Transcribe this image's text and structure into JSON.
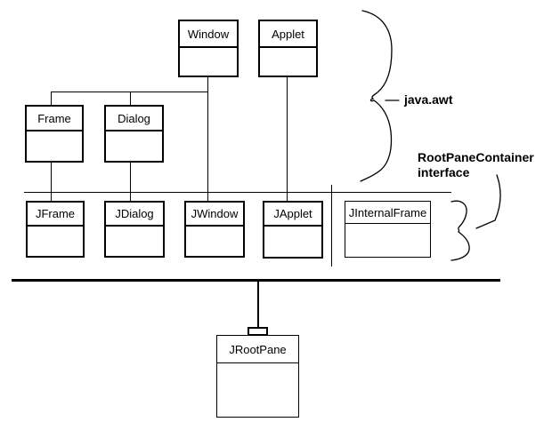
{
  "diagram": {
    "background": "#ffffff",
    "line_color": "#000000",
    "classes": [
      {
        "label": "Window"
      },
      {
        "label": "Applet"
      },
      {
        "label": "Frame"
      },
      {
        "label": "Dialog"
      },
      {
        "label": "JFrame"
      },
      {
        "label": "JDialog"
      },
      {
        "label": "JWindow"
      },
      {
        "label": "JApplet"
      },
      {
        "label": "JInternalFrame"
      },
      {
        "label": "JRootPane"
      }
    ],
    "annotations": {
      "package": "java.awt",
      "interface_name": "RootPaneContainer",
      "interface_word": "interface"
    }
  }
}
